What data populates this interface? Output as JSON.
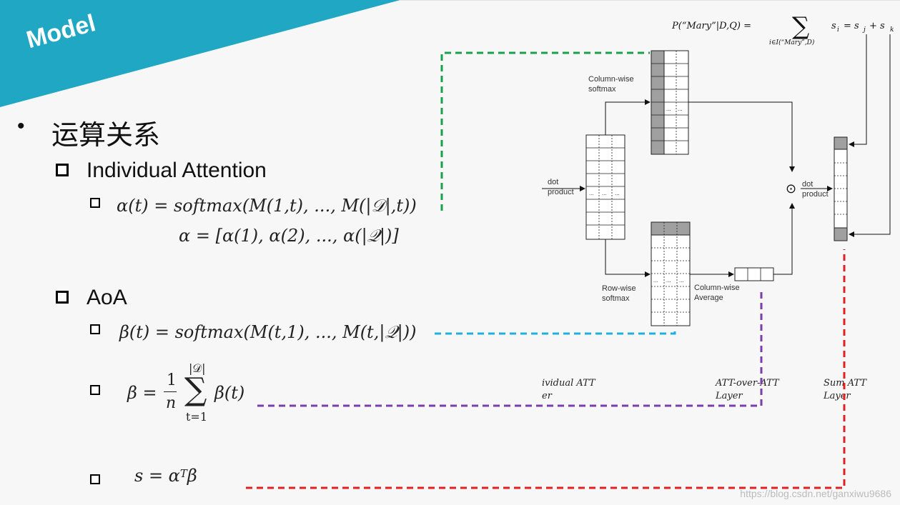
{
  "header": {
    "title": "Model"
  },
  "section": {
    "bullet": "•",
    "title": "运算关系"
  },
  "individual": {
    "label": "Individual Attention",
    "eq1": "α(t) = softmax(M(1,t), ..., M(|𝒟|,t))",
    "eq2": "α = [α(1), α(2), ..., α(|𝒬|)]"
  },
  "aoa": {
    "label": "AoA",
    "eq1": "β(t) = softmax(M(t,1), ..., M(t,|𝒬|))",
    "eq2_lhs": "β =",
    "eq2_frac_num": "1",
    "eq2_frac_den": "n",
    "eq2_sum_top": "|𝒟|",
    "eq2_sum_bottom": "t=1",
    "eq2_rhs": "β(t)",
    "eq3": "s = α",
    "eq3_sup": "T",
    "eq3_tail": "β"
  },
  "diagram": {
    "prob_lhs": "P(“Mary”|D,Q) =",
    "prob_sub": "i∈I(“Mary”,D)",
    "prob_rhs": "s",
    "prob_rhs_sub": "i",
    "prob_rhs_eq": "= s",
    "prob_rhs_j": "j",
    "prob_rhs_plus": "+ s",
    "prob_rhs_k": "k",
    "col_softmax_1": "Column-wise",
    "col_softmax_2": "softmax",
    "row_softmax_1": "Row-wise",
    "row_softmax_2": "softmax",
    "col_avg_1": "Column-wise",
    "col_avg_2": "Average",
    "dot_product_left_1": "dot",
    "dot_product_left_2": "product",
    "dot_product_right_1": "dot",
    "dot_product_right_2": "product",
    "odot": "⊙",
    "ellipsis": "...",
    "layer_left_1": "ividual ATT",
    "layer_left_2": "er",
    "layer_mid_1": "ATT-over-ATT",
    "layer_mid_2": "Layer",
    "layer_right_1": "Sum ATT",
    "layer_right_2": "Layer"
  },
  "watermark": "https://blog.csdn.net/ganxiwu9686",
  "colors": {
    "banner": "#1fa7c4",
    "green": "#1aa04a",
    "cyan": "#20b0e0",
    "purple": "#7a3fa8",
    "red": "#e02020",
    "cell_dark": "#a0a0a0"
  }
}
